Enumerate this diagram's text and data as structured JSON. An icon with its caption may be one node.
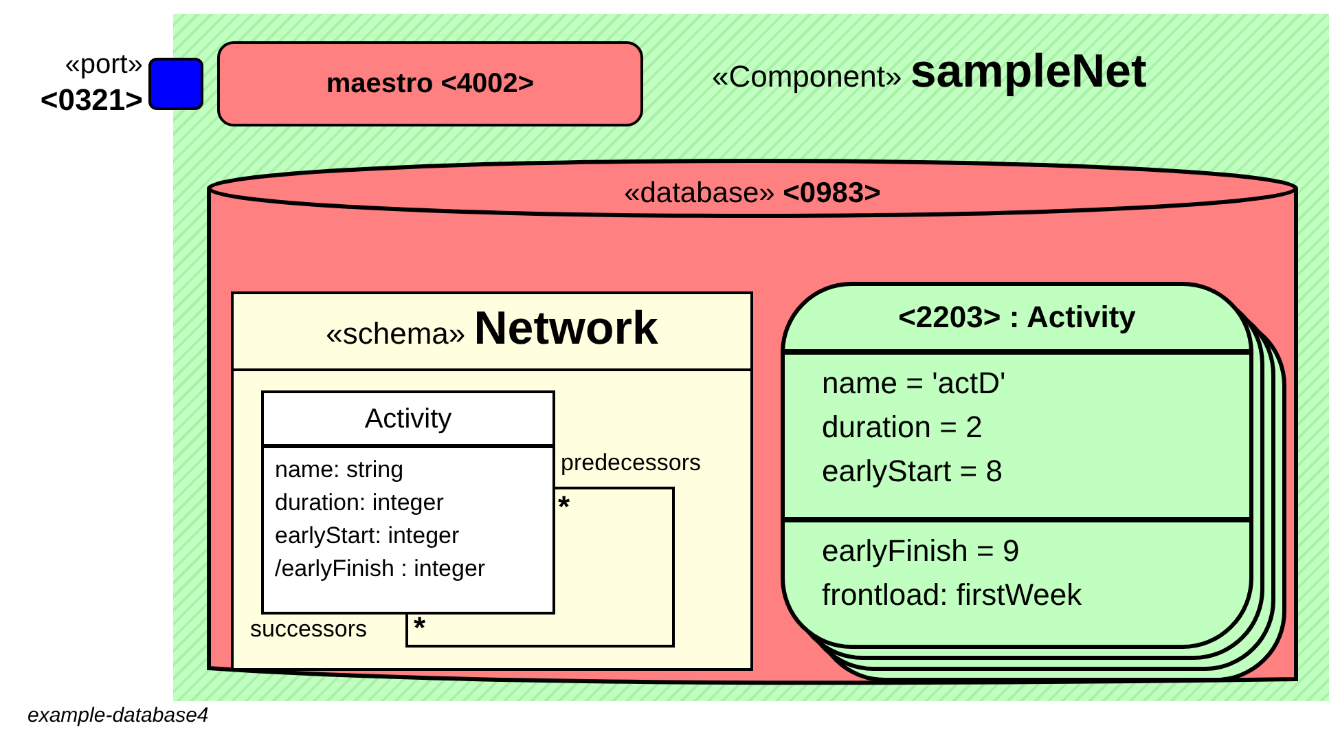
{
  "diagram": {
    "caption": "example-database4",
    "nodes": [
      {
        "text": [
          "«Component» **sampleNet**"
        ]
      },
      {
        "text": [],
        "shape": "box",
        "beside": [
          "«port» **<0321>**"
        ]
      },
      {
        "text": [
          "maestro <4002>"
        ],
        "in": 0
      },
      {
        "text": [
          "«database» **<0983>**"
        ],
        "in": 0
      },
      {
        "text": [
          "«schema» **Network**"
        ],
        "in": 3
      },
      {
        "text": [
          "Activity",
          "name: string",
          "duration: integer",
          "earlyStart: integer",
          "/earlyFinish : integer"
        ],
        "in": 4
      },
      {
        "text": [
          "<2203> : Activity",
          "name = 'actD'",
          "duration = 2",
          "earlyStart = 8",
          "earlyFinish = 9",
          "frontload: firstWeek"
        ],
        "in": 3
      }
    ],
    "edges": [
      {
        "from": 5,
        "to": 5,
        "arrow": "none"
      }
    ],
    "labels": [
      "predecessors",
      "*",
      "successors",
      "*"
    ]
  }
}
